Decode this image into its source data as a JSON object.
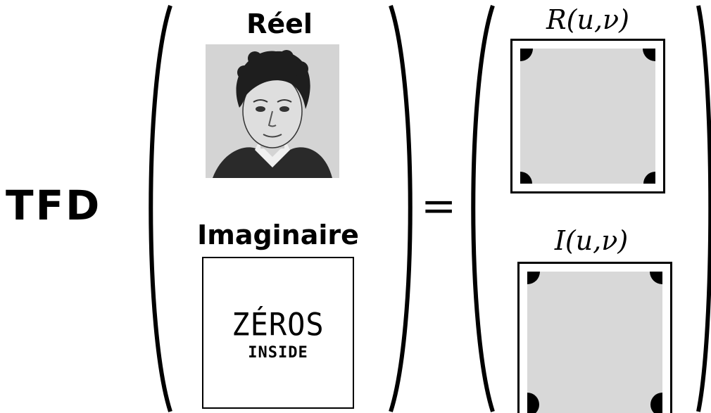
{
  "operator": "TFD",
  "input": {
    "real_label": "Réel",
    "imag_label": "Imaginaire",
    "imag_text_line1": "ZÉROS",
    "imag_text_line2": "INSIDE"
  },
  "equals": "=",
  "output": {
    "real_label": "R(u,ν)",
    "imag_label": "I(u,ν)"
  },
  "colors": {
    "spectrum_fill": "#d8d8d8",
    "ink": "#000000"
  }
}
